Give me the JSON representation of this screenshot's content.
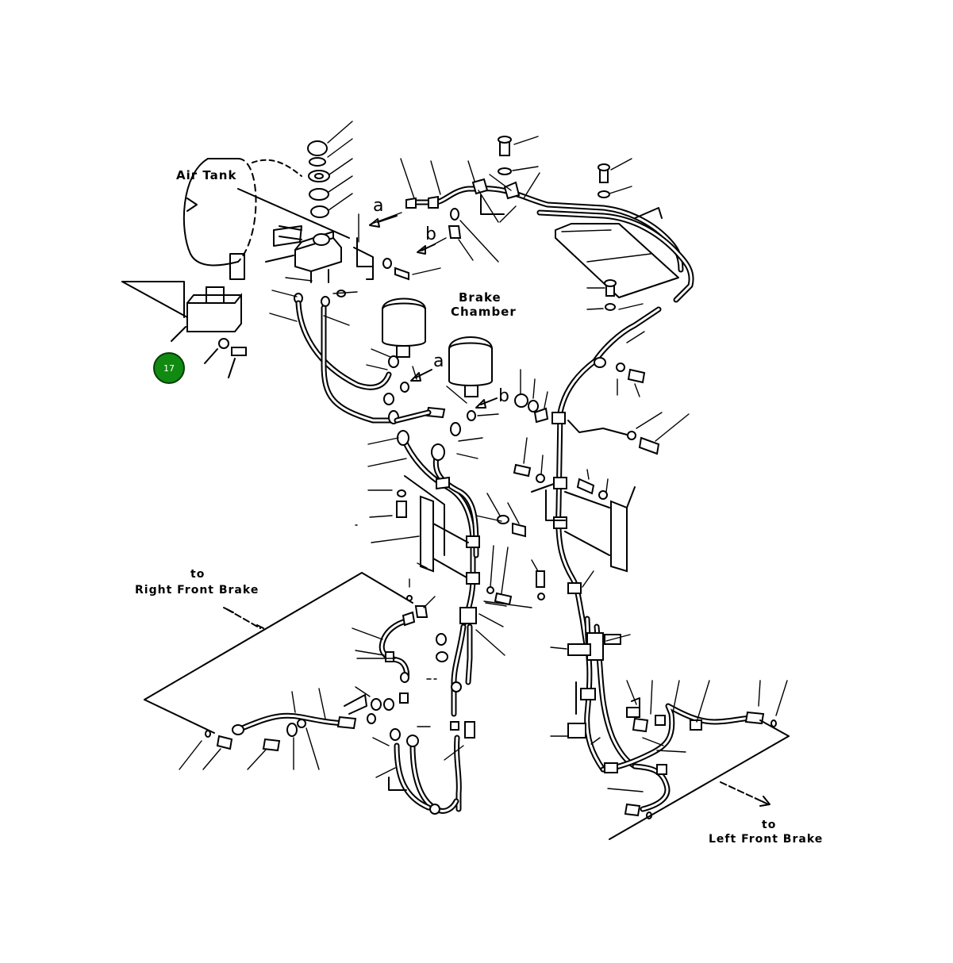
{
  "labels": {
    "air_tank": "Air Tank",
    "brake_chamber_line1": "Brake",
    "brake_chamber_line2": "Chamber",
    "letter_a_top": "a",
    "letter_b_top": "b",
    "letter_a_mid": "a",
    "letter_b_mid": "b",
    "right_front_to": "to",
    "right_front_brake": "Right Front Brake",
    "left_front_to": "to",
    "left_front_brake": "Left Front Brake"
  },
  "callout": {
    "number": "17",
    "color": "#108a10"
  }
}
